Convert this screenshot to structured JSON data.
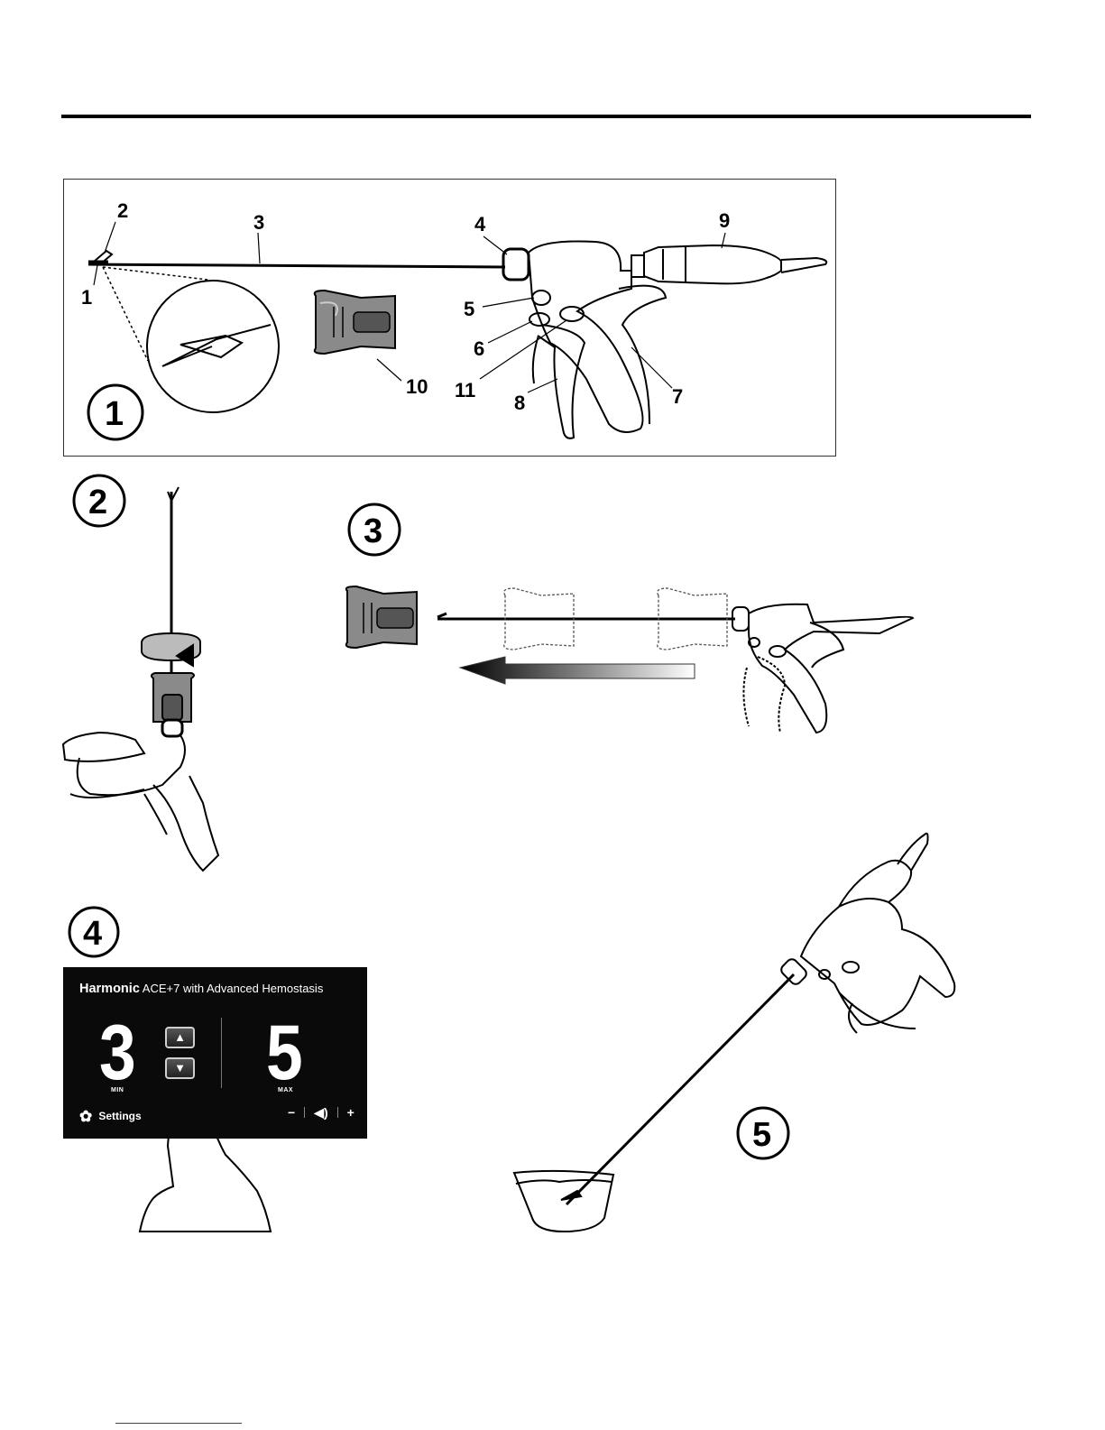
{
  "callouts": [
    "1",
    "2",
    "3",
    "4",
    "5",
    "6",
    "7",
    "8",
    "9",
    "10",
    "11"
  ],
  "steps": [
    "1",
    "2",
    "3",
    "4",
    "5"
  ],
  "screen": {
    "brand": "Harmonic",
    "model": "ACE+7 with Advanced Hemostasis",
    "min_value": "3",
    "min_label": "MIN",
    "max_value": "5",
    "max_label": "MAX",
    "up_icon": "▲",
    "down_icon": "▼",
    "settings_label": "Settings",
    "settings_icon": "✿",
    "minus_label": "−",
    "speaker_icon": "◀)",
    "plus_label": "+"
  },
  "colors": {
    "ink": "#000000",
    "screen_bg": "#0a0a0a",
    "wrench_gray": "#777777",
    "link": "#1a3fcf"
  }
}
